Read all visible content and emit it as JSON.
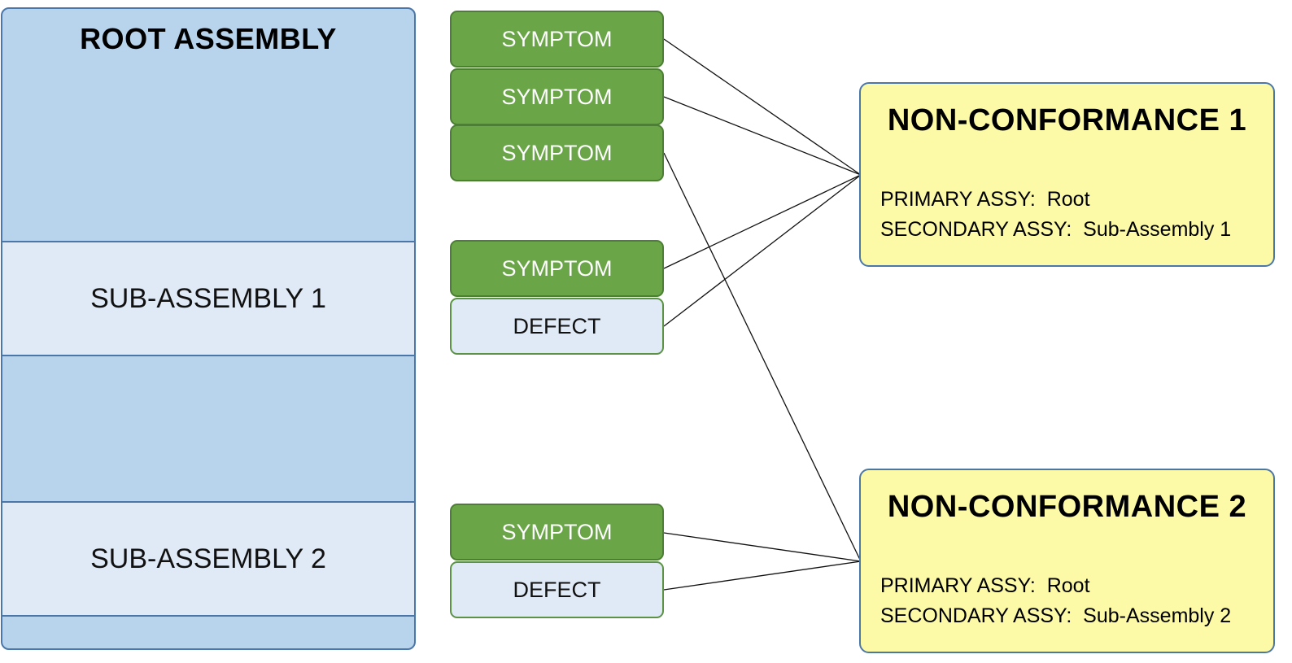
{
  "root": {
    "title": "ROOT ASSEMBLY",
    "sub_assemblies": [
      "SUB-ASSEMBLY 1",
      "SUB-ASSEMBLY 2"
    ]
  },
  "tags": [
    {
      "label": "SYMPTOM",
      "kind": "symptom"
    },
    {
      "label": "SYMPTOM",
      "kind": "symptom"
    },
    {
      "label": "SYMPTOM",
      "kind": "symptom"
    },
    {
      "label": "SYMPTOM",
      "kind": "symptom"
    },
    {
      "label": "DEFECT",
      "kind": "defect"
    },
    {
      "label": "SYMPTOM",
      "kind": "symptom"
    },
    {
      "label": "DEFECT",
      "kind": "defect"
    }
  ],
  "non_conformances": [
    {
      "title": "NON-CONFORMANCE 1",
      "primary": "PRIMARY ASSY:  Root",
      "secondary": "SECONDARY ASSY:  Sub-Assembly 1"
    },
    {
      "title": "NON-CONFORMANCE 2",
      "primary": "PRIMARY ASSY:  Root",
      "secondary": "SECONDARY ASSY:  Sub-Assembly 2"
    }
  ],
  "connections": [
    {
      "from_tag": 0,
      "to_nc": 0
    },
    {
      "from_tag": 1,
      "to_nc": 0
    },
    {
      "from_tag": 2,
      "to_nc": 1
    },
    {
      "from_tag": 3,
      "to_nc": 0
    },
    {
      "from_tag": 4,
      "to_nc": 0
    },
    {
      "from_tag": 5,
      "to_nc": 1
    },
    {
      "from_tag": 6,
      "to_nc": 1
    }
  ],
  "colors": {
    "root_fill": "#b8d4ec",
    "sub_fill": "#dfeaf6",
    "symptom_fill": "#6aa648",
    "nc_fill": "#fcfaa7",
    "border_blue": "#4a76a8"
  }
}
